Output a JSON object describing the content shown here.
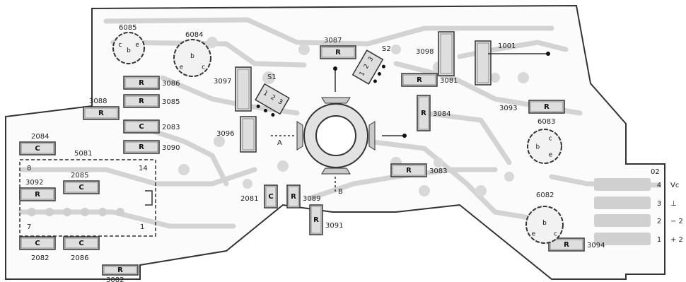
{
  "board": {
    "trace_color": "#cfcfcf",
    "outline_color": "#333333",
    "component_fill": "#dedede"
  },
  "resistors": [
    {
      "mark": "R",
      "ref": "3086"
    },
    {
      "mark": "R",
      "ref": "3085"
    },
    {
      "mark": "R",
      "ref": "3090"
    },
    {
      "mark": "R",
      "ref": "3088"
    },
    {
      "mark": "R",
      "ref": "3092"
    },
    {
      "mark": "R",
      "ref": "3082"
    },
    {
      "mark": "R",
      "ref": "3087"
    },
    {
      "mark": "R",
      "ref": "3081"
    },
    {
      "mark": "R",
      "ref": "3084"
    },
    {
      "mark": "R",
      "ref": "3083"
    },
    {
      "mark": "R",
      "ref": "3093"
    },
    {
      "mark": "R",
      "ref": "3094"
    },
    {
      "mark": "R",
      "ref": "3089"
    },
    {
      "mark": "R",
      "ref": "3091"
    }
  ],
  "capacitors": [
    {
      "mark": "C",
      "ref": "2083"
    },
    {
      "mark": "C",
      "ref": "2084"
    },
    {
      "mark": "C",
      "ref": "2085"
    },
    {
      "mark": "C",
      "ref": "2082"
    },
    {
      "mark": "C",
      "ref": "2086"
    },
    {
      "mark": "C",
      "ref": "2081"
    }
  ],
  "vertical_parts": [
    {
      "ref": "3097"
    },
    {
      "ref": "3096"
    },
    {
      "ref": "3098"
    },
    {
      "ref": "1001"
    }
  ],
  "transistors": [
    {
      "ref": "6085",
      "pins": [
        "c",
        "b",
        "e"
      ]
    },
    {
      "ref": "6084",
      "pins": [
        "b",
        "e",
        "c"
      ]
    },
    {
      "ref": "6083",
      "pins": [
        "c",
        "b",
        "e"
      ]
    },
    {
      "ref": "6082",
      "pins": [
        "b",
        "e",
        "c"
      ]
    }
  ],
  "switches": [
    {
      "ref": "S1",
      "pins": [
        "1",
        "2",
        "3"
      ]
    },
    {
      "ref": "S2",
      "pins": [
        "1",
        "2",
        "3"
      ]
    }
  ],
  "ic": {
    "ref": "5081",
    "pins": [
      "8",
      "14",
      "7",
      "1"
    ]
  },
  "probe_labels": [
    "A",
    "B"
  ],
  "connector": {
    "ref": "02",
    "pins": [
      {
        "num": "4",
        "label": "Vc"
      },
      {
        "num": "3",
        "label": "⊥"
      },
      {
        "num": "2",
        "label": "− 2"
      },
      {
        "num": "1",
        "label": "+ 2"
      }
    ]
  }
}
